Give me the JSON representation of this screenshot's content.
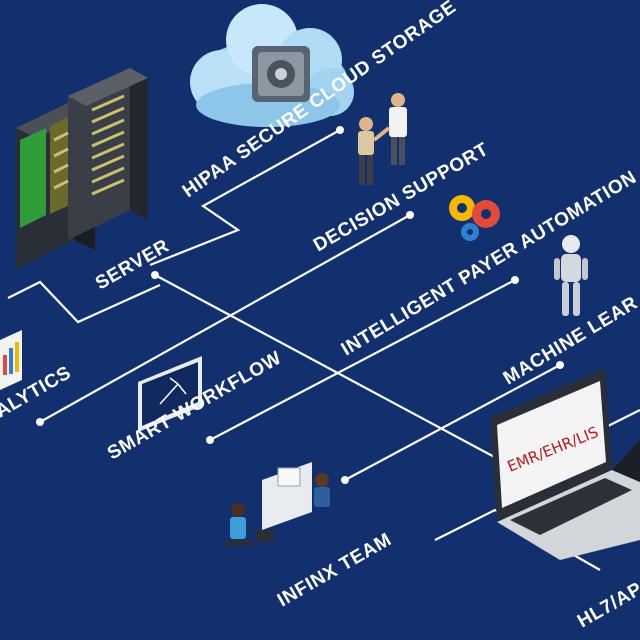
{
  "labels": {
    "cloud_storage": "HIPAA SECURE CLOUD STORAGE",
    "decision_support": "DECISION SUPPORT",
    "server": "SERVER",
    "payer_automation": "INTELLIGENT PAYER AUTOMATION",
    "analytics": "ALYTICS",
    "machine_learning": "MACHINE LEAR",
    "smart_workflow": "SMART WORKFLOW",
    "infinx_team": "INFINX TEAM",
    "hl7": "HL7/AP",
    "screen_text": "EMR/EHR/LIS"
  },
  "colors": {
    "background": "#13306e",
    "line": "#ffffff",
    "emr_text": "#c0161b"
  },
  "icons": [
    "server-rack-icon",
    "cloud-storage-icon",
    "handshake-people-icon",
    "gears-icon",
    "robot-icon",
    "analytics-chart-icon",
    "workflow-monitor-icon",
    "team-desk-icon",
    "laptop-icon"
  ]
}
